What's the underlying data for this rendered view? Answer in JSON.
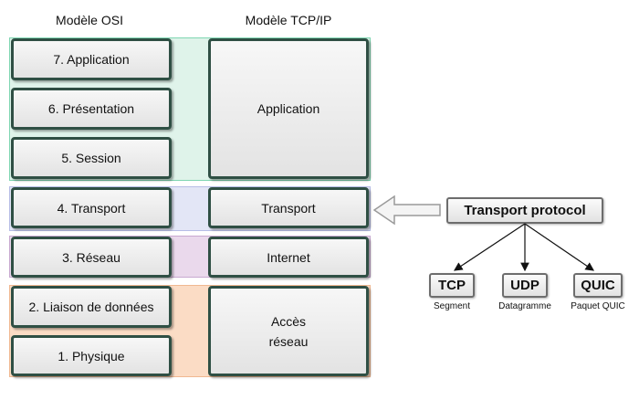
{
  "headers": {
    "osi": "Modèle OSI",
    "tcpip": "Modèle TCP/IP"
  },
  "osi_layers": [
    "7. Application",
    "6. Présentation",
    "5. Session",
    "4. Transport",
    "3. Réseau",
    "2. Liaison de données",
    "1. Physique"
  ],
  "tcpip_layers": {
    "application": "Application",
    "transport": "Transport",
    "internet": "Internet",
    "access_line1": "Accès",
    "access_line2": "réseau"
  },
  "transport_protocol": "Transport protocol",
  "protocols": [
    {
      "name": "TCP",
      "unit": "Segment"
    },
    {
      "name": "UDP",
      "unit": "Datagramme"
    },
    {
      "name": "QUIC",
      "unit": "Paquet QUIC"
    }
  ],
  "colors": {
    "application_band": "#dff3ea",
    "transport_band": "#e3e6f6",
    "internet_band": "#ead9ec",
    "access_band": "#fbdcc5",
    "box_border": "#2f4f44"
  }
}
